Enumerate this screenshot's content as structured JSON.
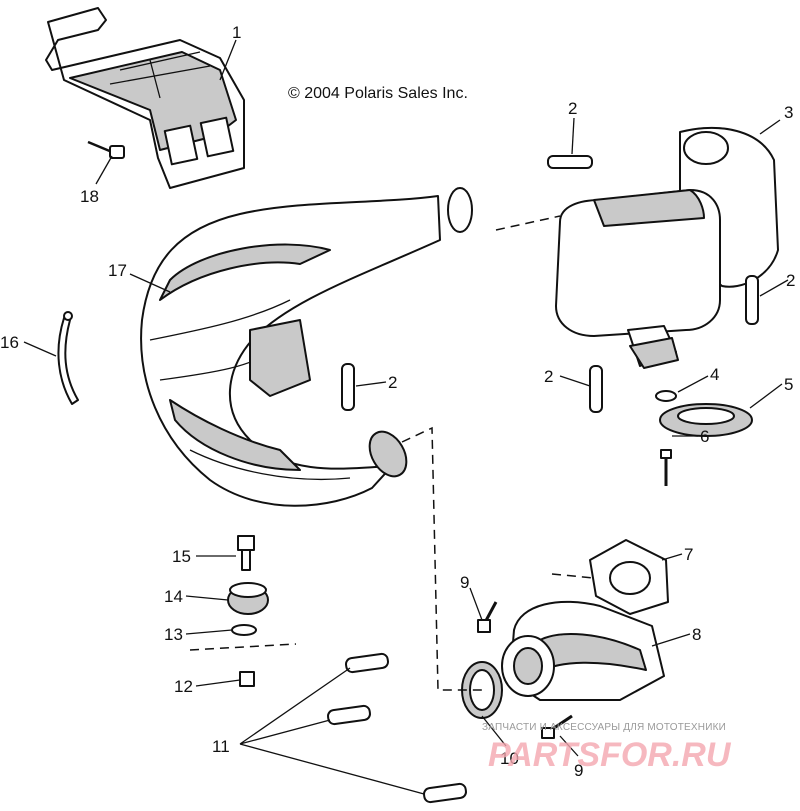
{
  "copyright": "© 2004 Polaris Sales Inc.",
  "callouts": {
    "c1": "1",
    "c2a": "2",
    "c2b": "2",
    "c2c": "2",
    "c2d": "2",
    "c3": "3",
    "c4": "4",
    "c5": "5",
    "c6": "6",
    "c7": "7",
    "c8": "8",
    "c9a": "9",
    "c9b": "9",
    "c10": "10",
    "c11": "11",
    "c12": "12",
    "c13": "13",
    "c14": "14",
    "c15": "15",
    "c16": "16",
    "c17": "17",
    "c18": "18"
  },
  "watermark": {
    "caption": "ЗАПЧАСТИ И АКСЕССУАРЫ ДЛЯ МОТОТЕХНИКИ",
    "brand": "PARTSFOR.RU"
  }
}
